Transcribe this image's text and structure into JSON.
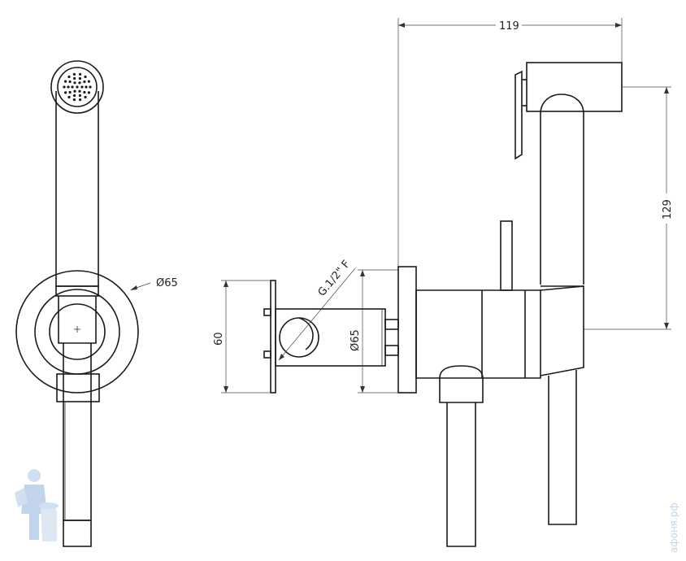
{
  "dimensions": {
    "width_119": "119",
    "height_129": "129",
    "dia_65_front": "Ø65",
    "dia_65_side": "Ø65",
    "height_60": "60",
    "thread": "G.1/2\" F"
  },
  "watermark": {
    "text": "афоня.рф"
  },
  "colors": {
    "line": "#1a1a1a",
    "watermark": "#b8cfe8"
  }
}
